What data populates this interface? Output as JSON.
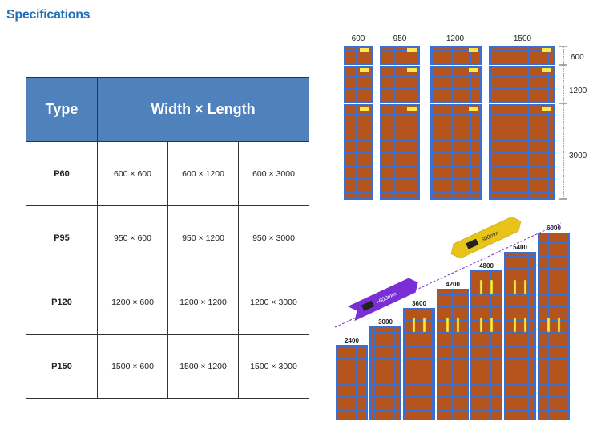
{
  "title": "Specifications",
  "table": {
    "headers": [
      "Type",
      "Width × Length"
    ],
    "rows": [
      {
        "type": "P60",
        "cells": [
          "600 × 600",
          "600 × 1200",
          "600 × 3000"
        ]
      },
      {
        "type": "P95",
        "cells": [
          "950 × 600",
          "950 × 1200",
          "950 × 3000"
        ]
      },
      {
        "type": "P120",
        "cells": [
          "1200 × 600",
          "1200 × 1200",
          "1200 × 3000"
        ]
      },
      {
        "type": "P150",
        "cells": [
          "1500 × 600",
          "1500 × 1200",
          "1500 × 3000"
        ]
      }
    ]
  },
  "diagram_top": {
    "widths": [
      "600",
      "950",
      "1200",
      "1500"
    ],
    "lengths": [
      "600",
      "1200",
      "3000"
    ]
  },
  "diagram_bottom": {
    "heights": [
      "2400",
      "3000",
      "3600",
      "4200",
      "4800",
      "5400",
      "6000"
    ],
    "arrow_up": "+600mm",
    "arrow_down": "-600mm"
  },
  "colors": {
    "brick": "#b5541c",
    "beam": "#3a6fd0",
    "header": "#4f81bd",
    "title": "#1f6fb8",
    "arrow_purple": "#7a2fd6",
    "arrow_yellow": "#e8c41a"
  }
}
